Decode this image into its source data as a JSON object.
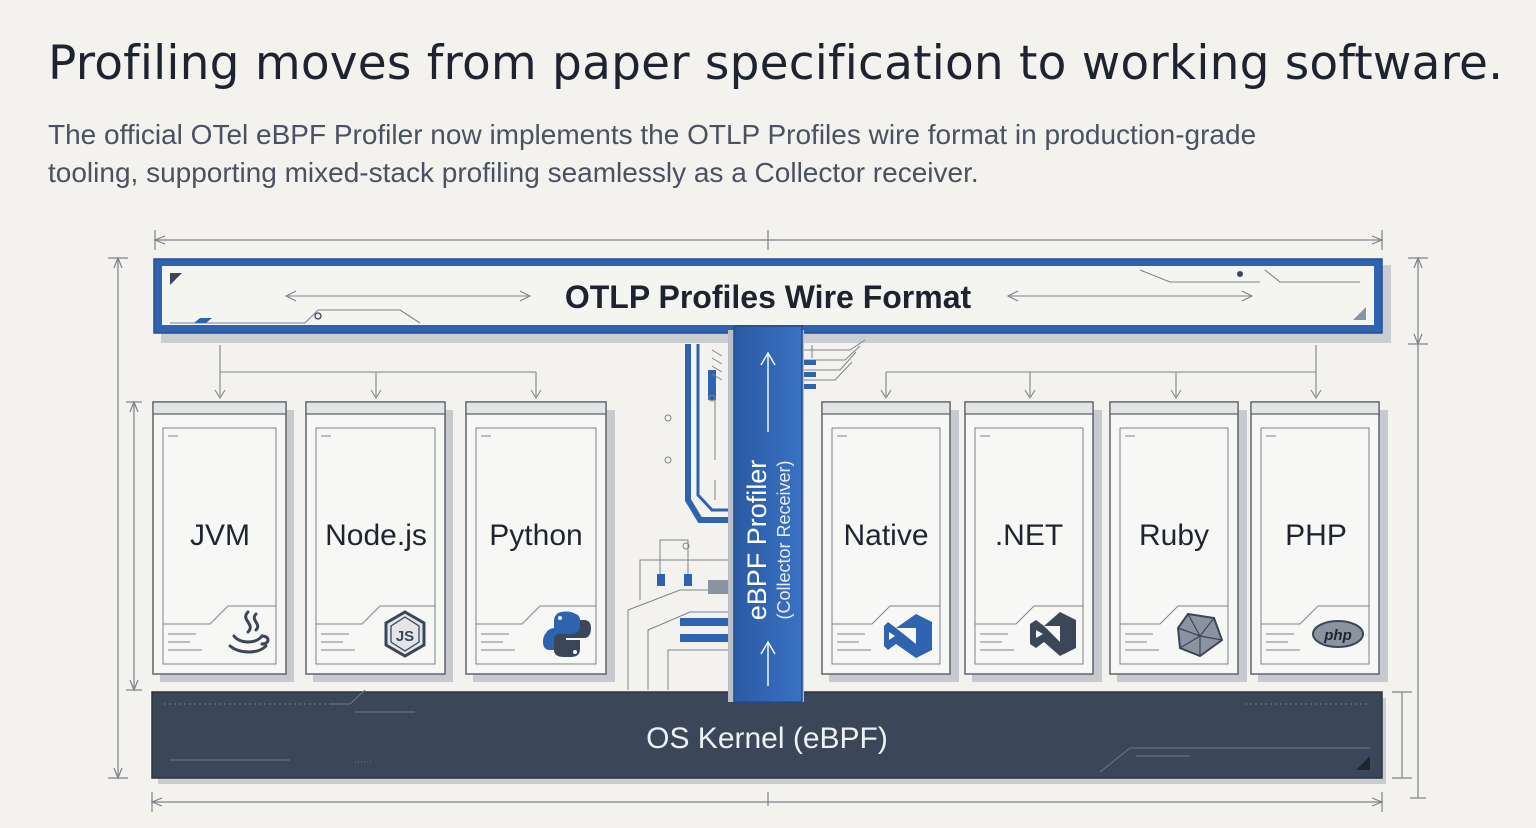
{
  "title": "Profiling moves from paper specification to working software.",
  "subtitle": {
    "line1": "The official OTel eBPF Profiler now implements the OTLP Profiles wire format in production-grade",
    "line2": "tooling, supporting mixed-stack profiling seamlessly as a Collector receiver."
  },
  "diagram": {
    "wire_format": "OTLP Profiles Wire Format",
    "profiler": {
      "name": "eBPF Profiler",
      "role": "(Collector Receiver)"
    },
    "kernel": "OS Kernel (eBPF)",
    "runtimes": [
      {
        "label": "JVM",
        "icon": "java-icon"
      },
      {
        "label": "Node.js",
        "icon": "nodejs-icon"
      },
      {
        "label": "Python",
        "icon": "python-icon"
      },
      {
        "label": "Native",
        "icon": "native-code-icon"
      },
      {
        "label": ".NET",
        "icon": "dotnet-icon"
      },
      {
        "label": "Ruby",
        "icon": "ruby-icon"
      },
      {
        "label": "PHP",
        "icon": "php-icon"
      }
    ],
    "php_logo_text": "php"
  },
  "colors": {
    "accent_blue": "#2f63b0",
    "kernel_dark": "#3b4758",
    "card_bg": "#f7f7f5",
    "line_gray": "#8a8f98"
  }
}
